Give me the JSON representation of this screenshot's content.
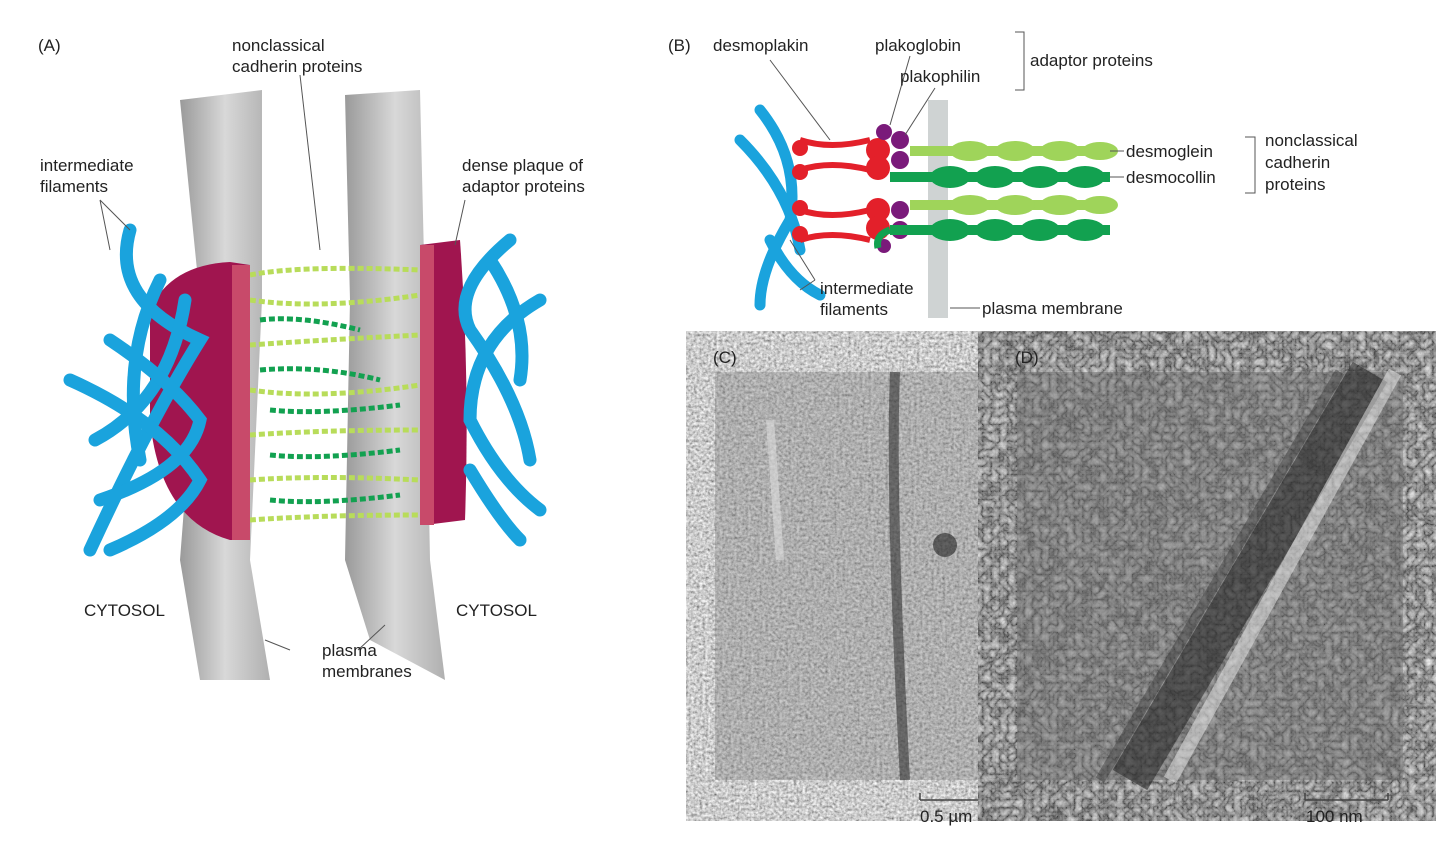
{
  "panel_a": {
    "tag": "(A)",
    "cadherin_label": "nonclassical\ncadherin proteins",
    "filaments_label": "intermediate\nfilaments",
    "plaque_label": "dense plaque of\nadaptor proteins",
    "cytosol_left": "CYTOSOL",
    "cytosol_right": "CYTOSOL",
    "membranes_label": "plasma\nmembranes"
  },
  "panel_b": {
    "tag": "(B)",
    "desmoplakin": "desmoplakin",
    "plakoglobin": "plakoglobin",
    "plakophilin": "plakophilin",
    "adaptor_proteins": "adaptor proteins",
    "desmoglein": "desmoglein",
    "desmocollin": "desmocollin",
    "cadherin_group": "nonclassical\ncadherin\nproteins",
    "filaments_label": "intermediate\nfilaments",
    "membrane_label": "plasma membrane"
  },
  "panel_c": {
    "tag": "(C)",
    "scale": "0.5 µm"
  },
  "panel_d": {
    "tag": "(D)",
    "scale": "100 nm"
  },
  "colors": {
    "filament": "#1aa3dd",
    "plaque": "#a0154f",
    "desmoplakin": "#e3202a",
    "desmoglein": "#9fd45a",
    "desmocollin": "#12a150",
    "membrane": "#c8c8c8"
  }
}
